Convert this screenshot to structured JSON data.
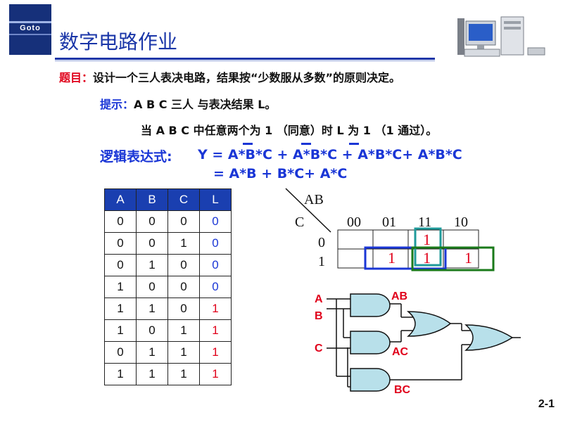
{
  "header": {
    "title": "数字电路作业",
    "logo_text": "Goto"
  },
  "problem": {
    "label": "题目：",
    "text": "设计一个三人表决电路，结果按“少数服从多数”的原则决定。"
  },
  "hint": {
    "label": "提示：",
    "text": "A B C 三人 与表决结果 L。",
    "detail": "当 A B C 中任意两个为 1 （同意）时 L 为 1 （1 通过）。"
  },
  "expression": {
    "label": "逻辑表达式:",
    "line1": "Y = A*B*C + A*B*C + A*B*C+ A*B*C",
    "line2": "= A*B + B*C+ A*C"
  },
  "truth_table": {
    "headers": [
      "A",
      "B",
      "C",
      "L"
    ],
    "rows": [
      [
        "0",
        "0",
        "0",
        "0"
      ],
      [
        "0",
        "0",
        "1",
        "0"
      ],
      [
        "0",
        "1",
        "0",
        "0"
      ],
      [
        "1",
        "0",
        "0",
        "0"
      ],
      [
        "1",
        "1",
        "0",
        "1"
      ],
      [
        "1",
        "0",
        "1",
        "1"
      ],
      [
        "0",
        "1",
        "1",
        "1"
      ],
      [
        "1",
        "1",
        "1",
        "1"
      ]
    ]
  },
  "kmap": {
    "row_var": "C",
    "col_var": "AB",
    "col_labels": [
      "00",
      "01",
      "11",
      "10"
    ],
    "row_labels": [
      "0",
      "1"
    ],
    "cells": [
      [
        "",
        "",
        "1",
        ""
      ],
      [
        "",
        "1",
        "1",
        "1"
      ]
    ],
    "group_colors": [
      "#1a36d6",
      "#1f9a9a",
      "#1a7a1a"
    ]
  },
  "circuit": {
    "input_a": "A",
    "input_b": "B",
    "input_c": "C",
    "out_ab": "AB",
    "out_ac": "AC",
    "out_bc": "BC",
    "gate_fill": "#b8e0ea"
  },
  "page_number": "2-1",
  "colors": {
    "title": "#1a36a8",
    "red": "#e0001a",
    "blue": "#1a36d6",
    "header_bg": "#1a3fb0"
  }
}
